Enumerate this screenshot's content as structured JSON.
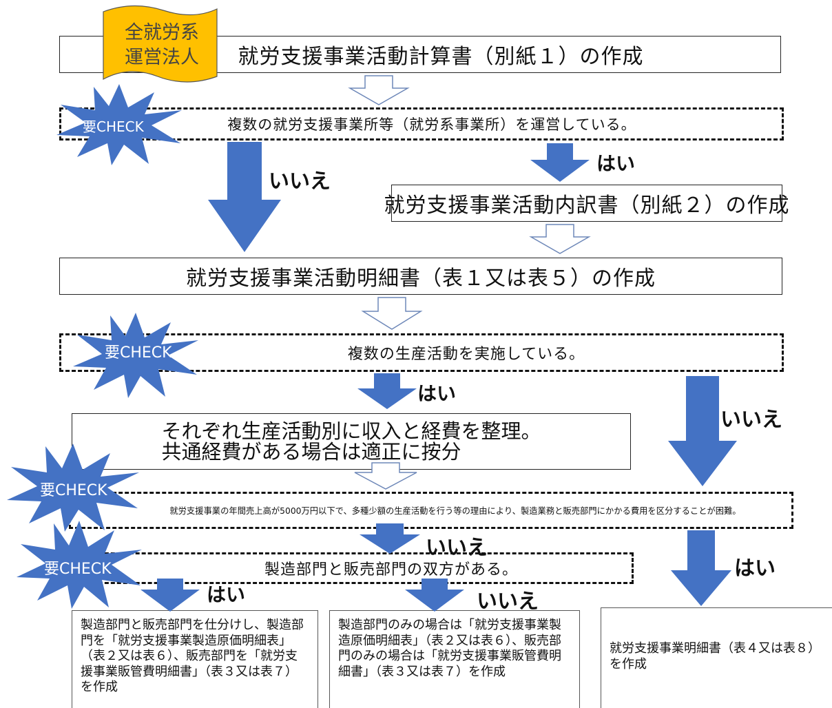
{
  "badge_label": "全就労系\n運営法人",
  "step_calc_statement": "就労支援事業活動計算書（別紙１）の作成",
  "q_multiple_offices": "複数の就労支援事業所等（就労系事業所）を運営している。",
  "step_breakdown_statement": "就労支援事業活動内訳書（別紙２）の作成",
  "step_detail_statement": "就労支援事業活動明細書（表１又は表５）の作成",
  "q_multiple_production": "複数の生産活動を実施している。",
  "step_sort_expenses": "それぞれ生産活動別に収入と経費を整理。\n共通経費がある場合は適正に按分",
  "q_difficult_to_separate": "就労支援事業の年間売上高が5000万円以下で、多種少額の生産活動を行う等の理由により、製造業務と販売部門にかかる費用を区分することが困難。",
  "q_both_departments": "製造部門と販売部門の双方がある。",
  "result_both": "製造部門と販売部門を仕分けし、製造部門を「就労支援事業製造原価明細表」（表２又は表６）、販売部門を「就労支援事業販管費明細書」（表３又は表７）を作成",
  "result_one": "製造部門のみの場合は「就労支援事業製造原価明細表」（表２又は表６）、販売部門のみの場合は「就労支援事業販管費明細書」（表３又は表７）を作成",
  "result_simple": "就労支援事業明細書（表４又は表８）を作成",
  "check_label": "要CHECK",
  "yes": "はい",
  "no": "いいえ",
  "colors": {
    "arrow_fill": "#4472c4",
    "burst_fill": "#4472c4",
    "badge_fill": "#ffc000"
  }
}
